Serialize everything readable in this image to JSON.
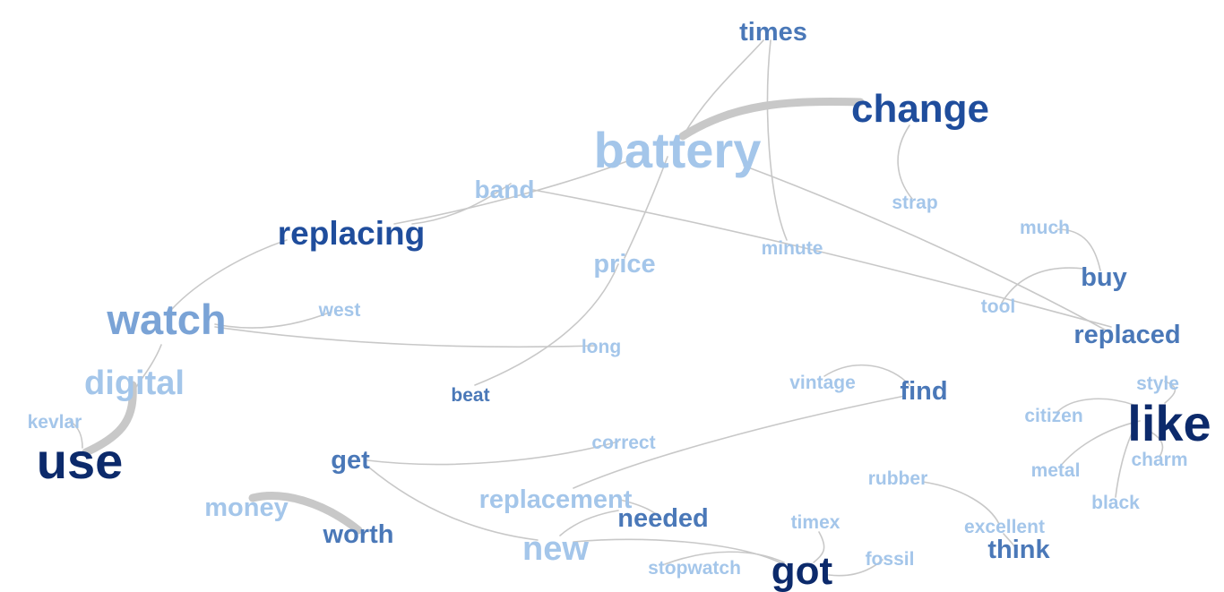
{
  "colors": {
    "edge": "#c8c8c8",
    "tier_dark": "#0c2a6b",
    "tier_mid": "#1f4d9c",
    "tier_medium": "#4a78b8",
    "tier_light": "#7aa3d6",
    "tier_pale": "#a4c6ea"
  },
  "words": [
    {
      "id": "times",
      "text": "times",
      "tier": "tier_medium"
    },
    {
      "id": "change",
      "text": "change",
      "tier": "tier_mid"
    },
    {
      "id": "battery",
      "text": "battery",
      "tier": "tier_pale"
    },
    {
      "id": "band",
      "text": "band",
      "tier": "tier_pale"
    },
    {
      "id": "strap",
      "text": "strap",
      "tier": "tier_pale"
    },
    {
      "id": "replacing",
      "text": "replacing",
      "tier": "tier_mid"
    },
    {
      "id": "much",
      "text": "much",
      "tier": "tier_pale"
    },
    {
      "id": "minute",
      "text": "minute",
      "tier": "tier_pale"
    },
    {
      "id": "price",
      "text": "price",
      "tier": "tier_pale"
    },
    {
      "id": "buy",
      "text": "buy",
      "tier": "tier_medium"
    },
    {
      "id": "tool",
      "text": "tool",
      "tier": "tier_pale"
    },
    {
      "id": "watch",
      "text": "watch",
      "tier": "tier_light"
    },
    {
      "id": "west",
      "text": "west",
      "tier": "tier_pale"
    },
    {
      "id": "replaced",
      "text": "replaced",
      "tier": "tier_medium"
    },
    {
      "id": "long",
      "text": "long",
      "tier": "tier_pale"
    },
    {
      "id": "digital",
      "text": "digital",
      "tier": "tier_pale"
    },
    {
      "id": "vintage",
      "text": "vintage",
      "tier": "tier_pale"
    },
    {
      "id": "find",
      "text": "find",
      "tier": "tier_medium"
    },
    {
      "id": "style",
      "text": "style",
      "tier": "tier_pale"
    },
    {
      "id": "beat",
      "text": "beat",
      "tier": "tier_medium"
    },
    {
      "id": "kevlar",
      "text": "kevlar",
      "tier": "tier_pale"
    },
    {
      "id": "citizen",
      "text": "citizen",
      "tier": "tier_pale"
    },
    {
      "id": "like",
      "text": "like",
      "tier": "tier_dark"
    },
    {
      "id": "correct",
      "text": "correct",
      "tier": "tier_pale"
    },
    {
      "id": "use",
      "text": "use",
      "tier": "tier_dark"
    },
    {
      "id": "get",
      "text": "get",
      "tier": "tier_medium"
    },
    {
      "id": "charm",
      "text": "charm",
      "tier": "tier_pale"
    },
    {
      "id": "metal",
      "text": "metal",
      "tier": "tier_pale"
    },
    {
      "id": "rubber",
      "text": "rubber",
      "tier": "tier_pale"
    },
    {
      "id": "replacement",
      "text": "replacement",
      "tier": "tier_pale"
    },
    {
      "id": "black",
      "text": "black",
      "tier": "tier_pale"
    },
    {
      "id": "needed",
      "text": "needed",
      "tier": "tier_medium"
    },
    {
      "id": "money",
      "text": "money",
      "tier": "tier_pale"
    },
    {
      "id": "timex",
      "text": "timex",
      "tier": "tier_pale"
    },
    {
      "id": "excellent",
      "text": "excellent",
      "tier": "tier_pale"
    },
    {
      "id": "worth",
      "text": "worth",
      "tier": "tier_medium"
    },
    {
      "id": "new",
      "text": "new",
      "tier": "tier_pale"
    },
    {
      "id": "think",
      "text": "think",
      "tier": "tier_medium"
    },
    {
      "id": "fossil",
      "text": "fossil",
      "tier": "tier_pale"
    },
    {
      "id": "stopwatch",
      "text": "stopwatch",
      "tier": "tier_pale"
    },
    {
      "id": "got",
      "text": "got",
      "tier": "tier_dark"
    }
  ],
  "edges": [
    {
      "from": "battery",
      "to": "change",
      "strength": "strong"
    },
    {
      "from": "use",
      "to": "digital",
      "strength": "strong"
    },
    {
      "from": "worth",
      "to": "money",
      "strength": "strong"
    },
    {
      "from": "battery",
      "to": "times",
      "strength": "weak"
    },
    {
      "from": "times",
      "to": "minute",
      "strength": "weak"
    },
    {
      "from": "change",
      "to": "strap",
      "strength": "weak"
    },
    {
      "from": "battery",
      "to": "replacing",
      "strength": "weak"
    },
    {
      "from": "battery",
      "to": "price",
      "strength": "weak"
    },
    {
      "from": "battery",
      "to": "replaced",
      "strength": "weak"
    },
    {
      "from": "band",
      "to": "replacing",
      "strength": "weak"
    },
    {
      "from": "band",
      "to": "replaced",
      "strength": "weak"
    },
    {
      "from": "replacing",
      "to": "watch",
      "strength": "weak"
    },
    {
      "from": "price",
      "to": "beat",
      "strength": "weak"
    },
    {
      "from": "much",
      "to": "buy",
      "strength": "weak"
    },
    {
      "from": "buy",
      "to": "tool",
      "strength": "weak"
    },
    {
      "from": "watch",
      "to": "west",
      "strength": "weak"
    },
    {
      "from": "watch",
      "to": "long",
      "strength": "weak"
    },
    {
      "from": "watch",
      "to": "digital",
      "strength": "weak"
    },
    {
      "from": "kevlar",
      "to": "use",
      "strength": "weak"
    },
    {
      "from": "vintage",
      "to": "find",
      "strength": "weak"
    },
    {
      "from": "find",
      "to": "replacement",
      "strength": "weak"
    },
    {
      "from": "get",
      "to": "correct",
      "strength": "weak"
    },
    {
      "from": "get",
      "to": "new",
      "strength": "weak"
    },
    {
      "from": "replacement",
      "to": "needed",
      "strength": "weak"
    },
    {
      "from": "needed",
      "to": "new",
      "strength": "weak"
    },
    {
      "from": "new",
      "to": "got",
      "strength": "weak"
    },
    {
      "from": "stopwatch",
      "to": "got",
      "strength": "weak"
    },
    {
      "from": "timex",
      "to": "got",
      "strength": "weak"
    },
    {
      "from": "got",
      "to": "fossil",
      "strength": "weak"
    },
    {
      "from": "rubber",
      "to": "excellent",
      "strength": "weak"
    },
    {
      "from": "excellent",
      "to": "think",
      "strength": "weak"
    },
    {
      "from": "like",
      "to": "style",
      "strength": "weak"
    },
    {
      "from": "like",
      "to": "citizen",
      "strength": "weak"
    },
    {
      "from": "like",
      "to": "metal",
      "strength": "weak"
    },
    {
      "from": "like",
      "to": "charm",
      "strength": "weak"
    },
    {
      "from": "like",
      "to": "black",
      "strength": "weak"
    }
  ]
}
